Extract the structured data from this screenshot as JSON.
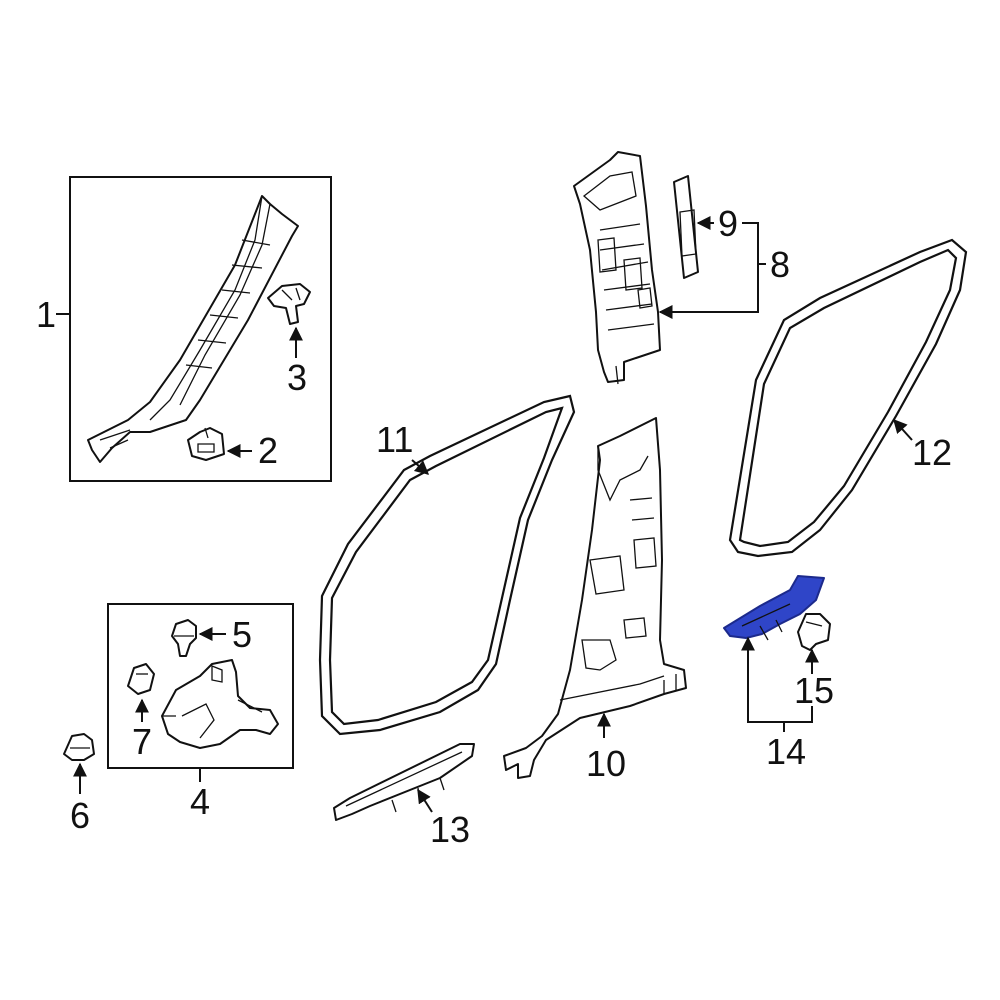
{
  "callouts": {
    "c1": "1",
    "c2": "2",
    "c3": "3",
    "c4": "4",
    "c5": "5",
    "c6": "6",
    "c7": "7",
    "c8": "8",
    "c9": "9",
    "c10": "10",
    "c11": "11",
    "c12": "12",
    "c13": "13",
    "c14": "14",
    "c15": "15"
  },
  "colors": {
    "line": "#111111",
    "highlight_fill": "#2f45c8",
    "highlight_stroke": "#1c2a8c",
    "background": "#ffffff"
  }
}
